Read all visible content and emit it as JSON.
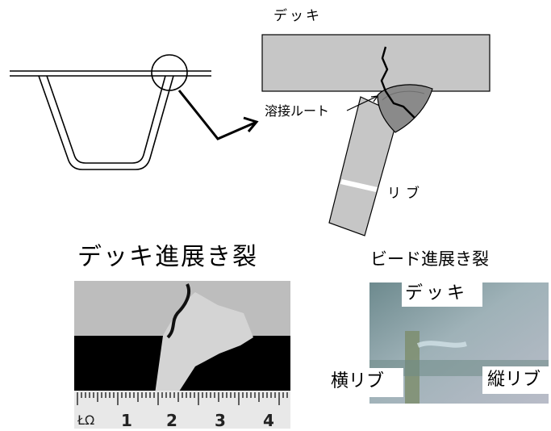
{
  "labels": {
    "deck_top": "デッキ",
    "weld_root": "溶接ルート",
    "rib": "リブ",
    "deck_crack_title": "デッキ進展き裂",
    "bead_crack_title": "ビード進展き裂",
    "photo_deck": "デッキ",
    "photo_cross_rib": "横リブ",
    "photo_longitudinal_rib": "縦リブ"
  },
  "ruler": {
    "numbers": [
      "1",
      "2",
      "3",
      "4"
    ],
    "left_mark": "ŁΩ"
  },
  "colors": {
    "deck_fill": "#c6c6c6",
    "weld_fill": "#8a8a8a",
    "weld_inner": "#6e6e6e",
    "line": "#000000"
  }
}
